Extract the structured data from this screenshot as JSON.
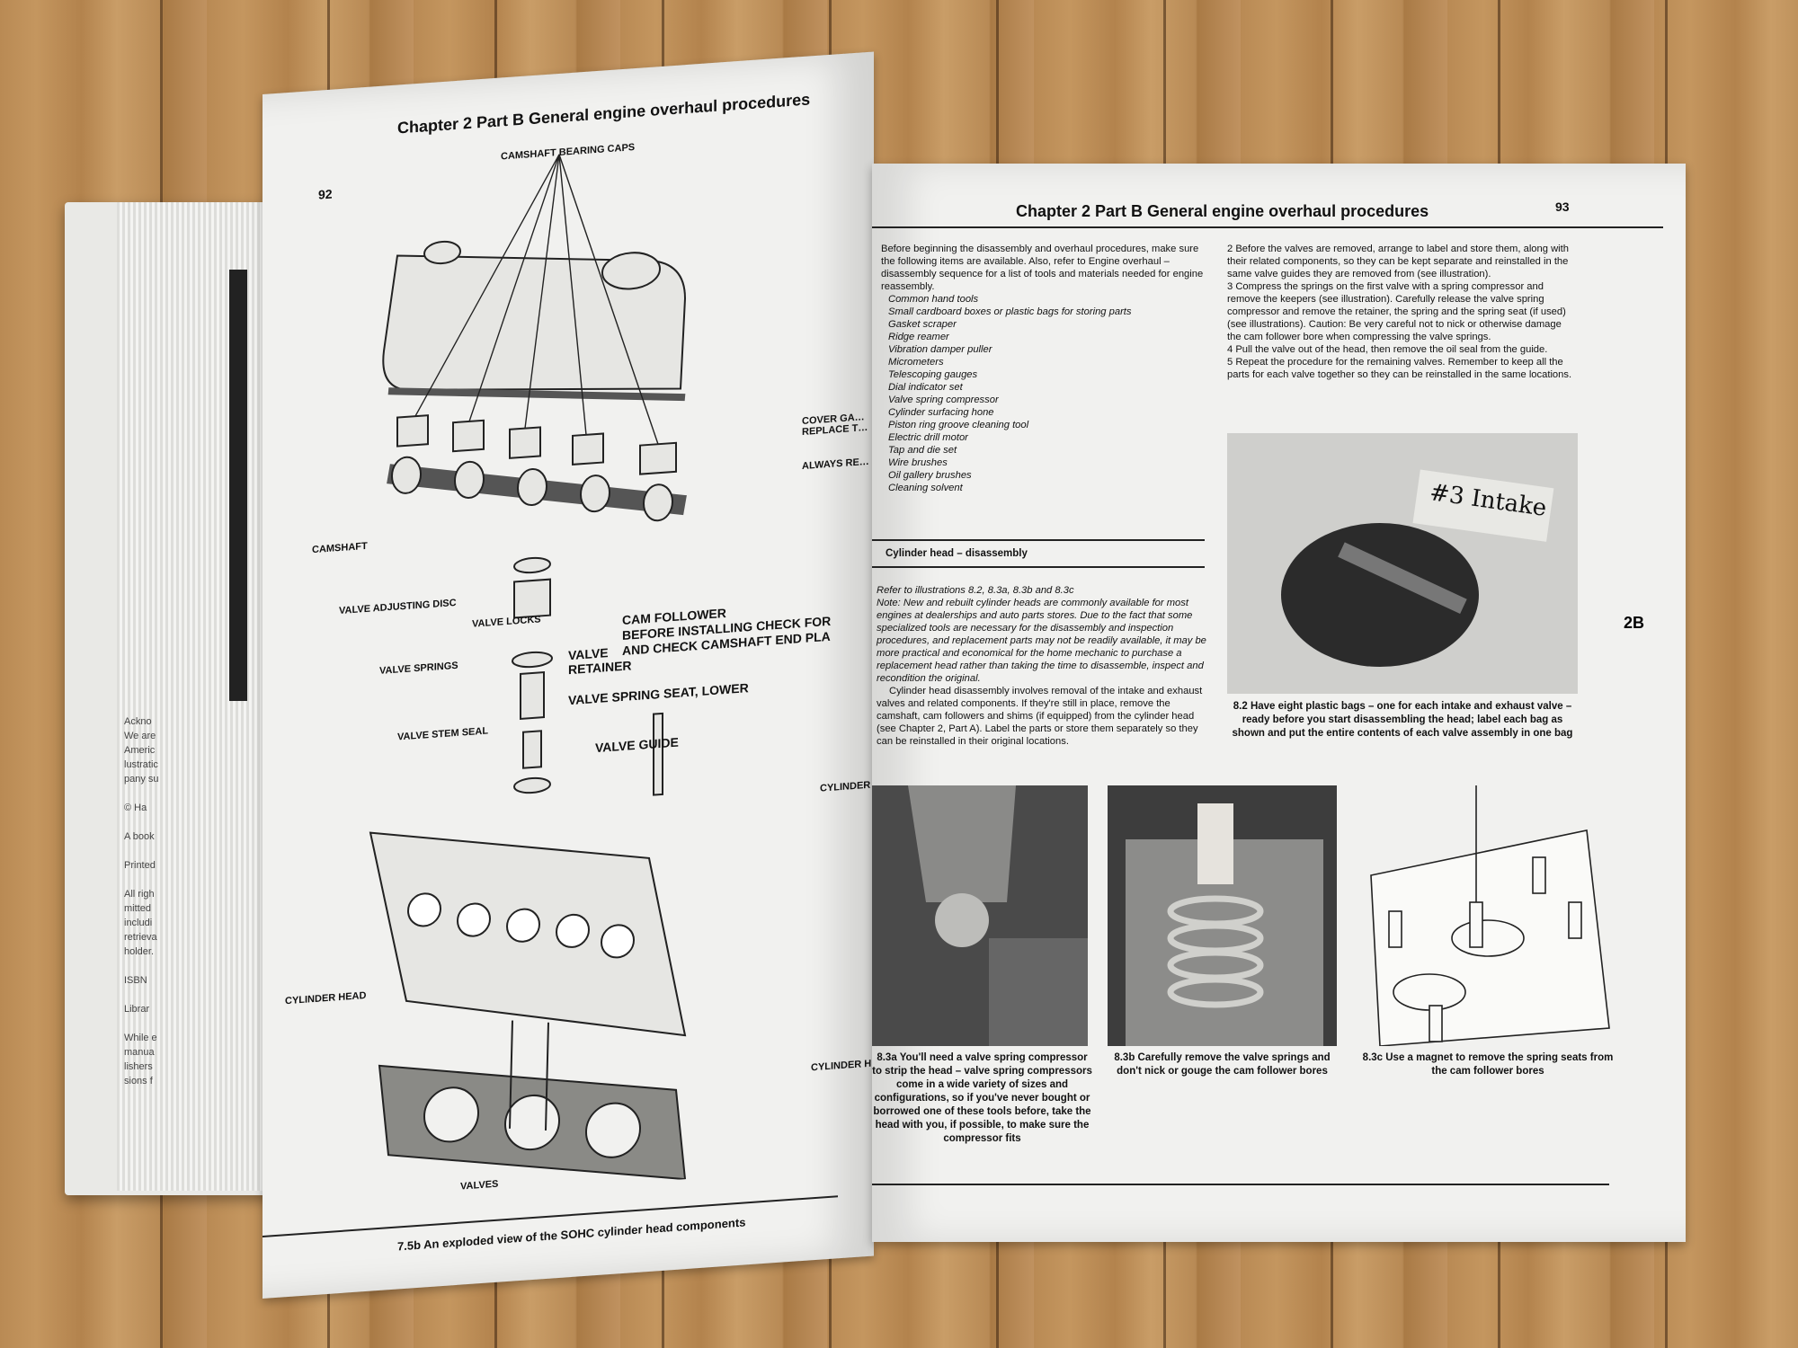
{
  "left_page": {
    "header": "Chapter 2  Part B   General engine overhaul procedures",
    "page_number": "92",
    "labels": {
      "camshaft_bearing_caps": "CAMSHAFT BEARING CAPS",
      "camshaft": "CAMSHAFT",
      "cover_gasket": "COVER GA… REPLACE T…",
      "always_replace": "ALWAYS RE…",
      "valve_adjusting_disc": "VALVE ADJUSTING DISC",
      "valve_locks": "VALVE LOCKS",
      "cam_follower": "CAM FOLLOWER",
      "cam_follower_note1": "BEFORE INSTALLING CHECK FOR",
      "cam_follower_note2": "AND CHECK CAMSHAFT END PLA",
      "valve_springs": "VALVE SPRINGS",
      "valve_retainer": "VALVE RETAINER",
      "valve_spring_seat": "VALVE SPRING SEAT, LOWER",
      "valve_stem_seal": "VALVE STEM SEAL",
      "valve_guide": "VALVE GUIDE",
      "cylinder_bolt": "CYLINDER",
      "cylinder_head": "CYLINDER HEAD",
      "cylinder_head_gasket": "CYLINDER HEA",
      "valves": "VALVES"
    },
    "caption": "7.5b  An exploded view of the SOHC cylinder head components"
  },
  "right_page": {
    "header": "Chapter 2  Part B   General engine overhaul procedures",
    "page_number": "93",
    "tab": "2B",
    "intro": "Before beginning the disassembly and overhaul procedures, make sure the following items are available. Also, refer to Engine overhaul – disassembly sequence for a list of tools and materials needed for engine reassembly.",
    "tools": [
      "Common hand tools",
      "Small cardboard boxes or plastic bags for storing parts",
      "Gasket scraper",
      "Ridge reamer",
      "Vibration damper puller",
      "Micrometers",
      "Telescoping gauges",
      "Dial indicator set",
      "Valve spring compressor",
      "Cylinder surfacing hone",
      "Piston ring groove cleaning tool",
      "Electric drill motor",
      "Tap and die set",
      "Wire brushes",
      "Oil gallery brushes",
      "Cleaning solvent"
    ],
    "section_title": "Cylinder head – disassembly",
    "refer": "Refer to illustrations 8.2, 8.3a, 8.3b and 8.3c",
    "note": "Note: New and rebuilt cylinder heads are commonly available for most engines at dealerships and auto parts stores. Due to the fact that some specialized tools are necessary for the disassembly and inspection procedures, and replacement parts may not be readily available, it may be more practical and economical for the home mechanic to purchase a replacement head rather than taking the time to disassemble, inspect and recondition the original.",
    "para1": "Cylinder head disassembly involves removal of the intake and exhaust valves and related components. If they're still in place, remove the camshaft, cam followers and shims (if equipped) from the cylinder head (see Chapter 2, Part A). Label the parts or store them separately so they can be reinstalled in their original locations.",
    "steps": [
      "2   Before the valves are removed, arrange to label and store them, along with their related components, so they can be kept separate and reinstalled in the same valve guides they are removed from (see illustration).",
      "3   Compress the springs on the first valve with a spring compressor and remove the keepers (see illustration). Carefully release the valve spring compressor and remove the retainer, the spring and the spring seat (if used) (see illustrations). Caution: Be very careful not to nick or otherwise damage the cam follower bore when compressing the valve springs.",
      "4   Pull the valve out of the head, then remove the oil seal from the guide.",
      "5   Repeat the procedure for the remaining valves. Remember to keep all the parts for each valve together so they can be reinstalled in the same locations."
    ],
    "photo_82_label": "#3 Intake",
    "caption_82": "8.2  Have eight plastic bags – one for each intake and exhaust valve – ready before you start disassembling the head; label each bag as shown and put the entire contents of each valve assembly in one bag",
    "caption_83a": "8.3a  You'll need a valve spring compressor to strip the head – valve spring compressors come in a wide variety of sizes and configurations, so if you've never bought or borrowed one of these tools before, take the head with you, if possible, to make sure the compressor fits",
    "caption_83b": "8.3b  Carefully remove the valve springs and don't nick or gouge the cam follower bores",
    "caption_83c": "8.3c  Use a magnet to remove the spring seats from the cam follower bores"
  },
  "back_page": {
    "lines": [
      "Ackno",
      "We are",
      "Americ",
      "lustratic",
      "pany su",
      "",
      "©  Ha",
      "",
      "A book",
      "",
      "Printed",
      "",
      "All righ",
      "mitted",
      "includi",
      "retrieva",
      "holder.",
      "",
      "ISBN",
      "",
      "Librar",
      "",
      "While e",
      "manua",
      "lishers",
      "sions f"
    ]
  }
}
